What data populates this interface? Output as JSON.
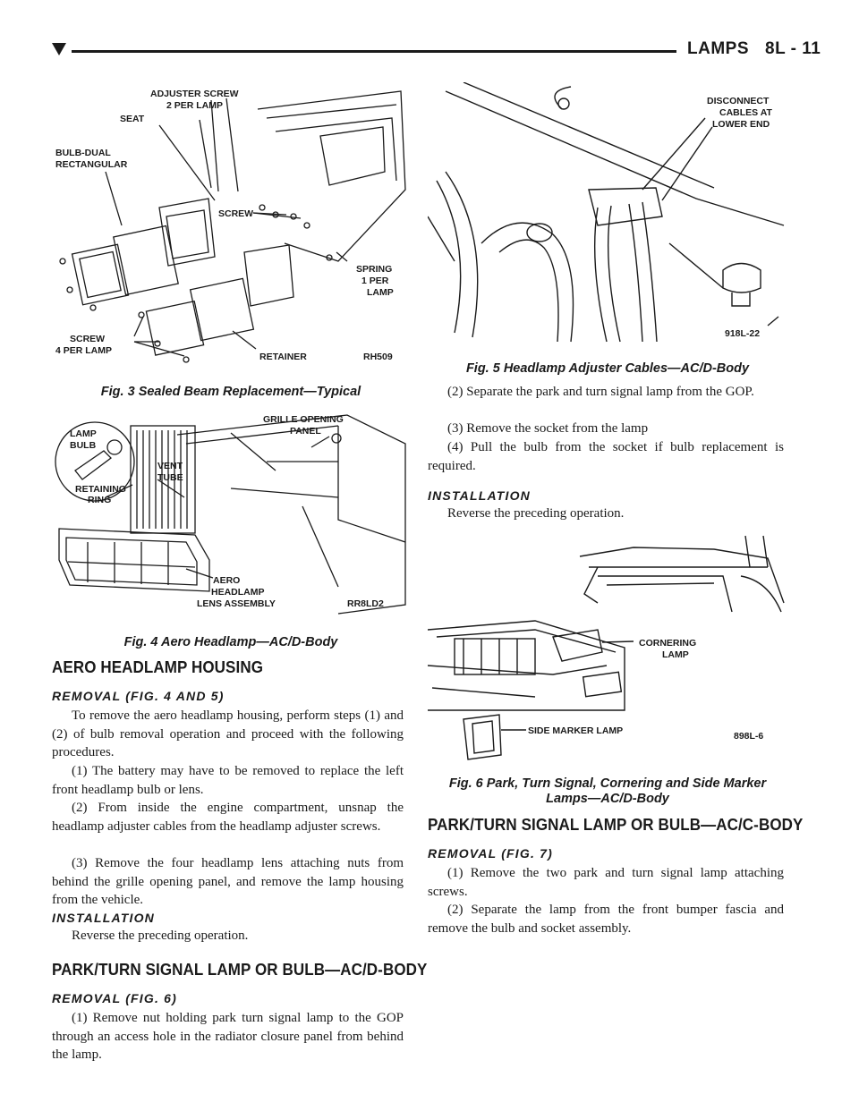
{
  "header": {
    "title": "LAMPS",
    "page": "8L - 11"
  },
  "fig3": {
    "caption": "Fig. 3 Sealed Beam Replacement—Typical",
    "labels": {
      "adjuster1": "ADJUSTER SCREW",
      "adjuster2": "2 PER LAMP",
      "seat": "SEAT",
      "bulb1": "BULB-DUAL",
      "bulb2": "RECTANGULAR",
      "screw": "SCREW",
      "spring1": "SPRING",
      "spring2": "1 PER",
      "spring3": "LAMP",
      "screw4a": "SCREW",
      "screw4b": "4 PER LAMP",
      "retainer": "RETAINER",
      "code": "RH509"
    }
  },
  "fig4": {
    "caption": "Fig. 4 Aero Headlamp—AC/D-Body",
    "labels": {
      "lamp": "LAMP",
      "bulb": "BULB",
      "grille1": "GRILLE OPENING",
      "grille2": "PANEL",
      "vent": "VENT",
      "tube": "TUBE",
      "retaining": "RETAINING",
      "ring": "RING",
      "aero1": "AERO",
      "aero2": "HEADLAMP",
      "aero3": "LENS ASSEMBLY",
      "code": "RR8LD2"
    }
  },
  "fig5": {
    "caption": "Fig. 5 Headlamp Adjuster Cables—AC/D-Body",
    "labels": {
      "d1": "DISCONNECT",
      "d2": "CABLES AT",
      "d3": "LOWER END",
      "code": "918L-22"
    }
  },
  "fig6": {
    "caption1": "Fig. 6 Park, Turn Signal, Cornering and Side Marker",
    "caption2": "Lamps—AC/D-Body",
    "labels": {
      "corner1": "CORNERING",
      "corner2": "LAMP",
      "side": "SIDE MARKER LAMP",
      "code": "898L-6"
    }
  },
  "left": {
    "h_housing": "AERO HEADLAMP HOUSING",
    "h_removal1": "REMOVAL (FIG. 4 AND 5)",
    "p1": "To remove the aero headlamp housing, perform steps (1) and (2) of bulb removal operation and proceed with the following procedures.",
    "p2": "(1) The battery may have to be removed to replace the left front headlamp bulb or lens.",
    "p3": "(2) From inside the engine compartment, unsnap the headlamp adjuster cables from the headlamp adjuster screws.",
    "p4": "(3) Remove the four headlamp lens attaching nuts from behind the grille opening panel, and remove the lamp housing from the vehicle.",
    "h_install1": "INSTALLATION",
    "p5": "Reverse the preceding operation.",
    "h_park_d": "PARK/TURN SIGNAL LAMP OR BULB—AC/D-BODY",
    "h_removal2": "REMOVAL (FIG. 6)",
    "p6": "(1) Remove nut holding park turn signal lamp to the GOP through an access hole in the radiator closure panel from behind the lamp."
  },
  "right": {
    "p1": "(2) Separate the park and turn signal lamp from the GOP.",
    "p2": "(3) Remove the socket from the lamp",
    "p3": "(4) Pull the bulb from the socket if bulb replacement is required.",
    "h_install": "INSTALLATION",
    "p4": "Reverse the preceding operation.",
    "h_park_c": "PARK/TURN SIGNAL LAMP OR BULB—AC/C-BODY",
    "h_removal": "REMOVAL (FIG. 7)",
    "p5": "(1) Remove the two park and turn signal lamp attaching screws.",
    "p6": "(2) Separate the lamp from the front bumper fascia and remove the bulb and socket assembly."
  }
}
